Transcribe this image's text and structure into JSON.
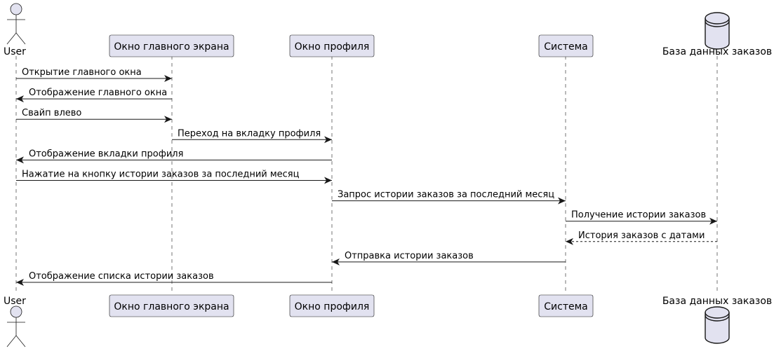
{
  "participants": [
    {
      "id": "user",
      "label": "User",
      "kind": "actor"
    },
    {
      "id": "main",
      "label": "Окно главного экрана",
      "kind": "box"
    },
    {
      "id": "profile",
      "label": "Окно профиля",
      "kind": "box"
    },
    {
      "id": "system",
      "label": "Система",
      "kind": "box"
    },
    {
      "id": "db",
      "label": "База данных заказов",
      "kind": "database"
    }
  ],
  "messages": [
    {
      "from": "user",
      "to": "main",
      "label": "Открытие главного окна",
      "dashed": false
    },
    {
      "from": "main",
      "to": "user",
      "label": "Отображение главного окна",
      "dashed": false
    },
    {
      "from": "user",
      "to": "main",
      "label": "Свайп влево",
      "dashed": false
    },
    {
      "from": "main",
      "to": "profile",
      "label": "Переход на вкладку профиля",
      "dashed": false
    },
    {
      "from": "profile",
      "to": "user",
      "label": "Отображение вкладки профиля",
      "dashed": false
    },
    {
      "from": "user",
      "to": "profile",
      "label": "Нажатие на кнопку истории заказов за последний месяц",
      "dashed": false
    },
    {
      "from": "profile",
      "to": "system",
      "label": "Запрос истории заказов за последний месяц",
      "dashed": false
    },
    {
      "from": "system",
      "to": "db",
      "label": "Получение истории заказов",
      "dashed": false
    },
    {
      "from": "db",
      "to": "system",
      "label": "История заказов с датами",
      "dashed": true
    },
    {
      "from": "system",
      "to": "profile",
      "label": "Отправка истории заказов",
      "dashed": false
    },
    {
      "from": "profile",
      "to": "user",
      "label": "Отображение списка истории заказов",
      "dashed": false
    }
  ],
  "colors": {
    "participant_fill": "#E2E2F0",
    "participant_border": "#181818",
    "lifeline": "#181818",
    "arrow": "#181818",
    "text": "#000000"
  }
}
